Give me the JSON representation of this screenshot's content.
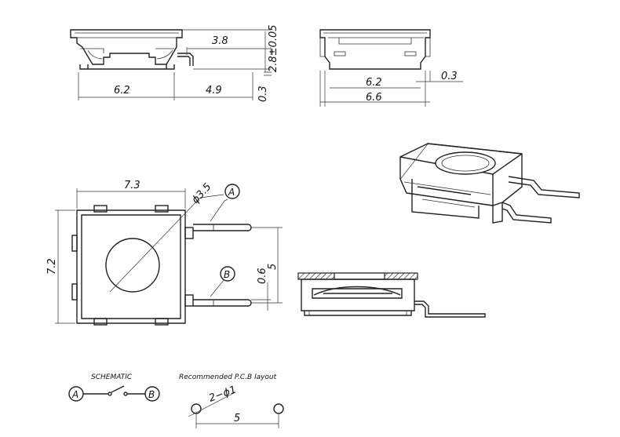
{
  "dimensions": {
    "side_top": "3.8",
    "side_height": "2.8±0.05",
    "side_body": "6.2",
    "side_lead": "4.9",
    "side_thick": "0.3",
    "front_lead": "0.3",
    "front_body": "6.2",
    "front_total": "6.6",
    "top_width": "7.3",
    "top_diameter": "ϕ3.5",
    "top_height": "7.2",
    "top_pitch": "5",
    "top_lead": "0.6",
    "pcb_hole": "2−ϕ1",
    "pcb_pitch": "5"
  },
  "labels": {
    "terminal_a": "A",
    "terminal_b": "B",
    "schematic_title": "SCHEMATIC",
    "pcb_title": "Recommended P.C.B layout"
  }
}
